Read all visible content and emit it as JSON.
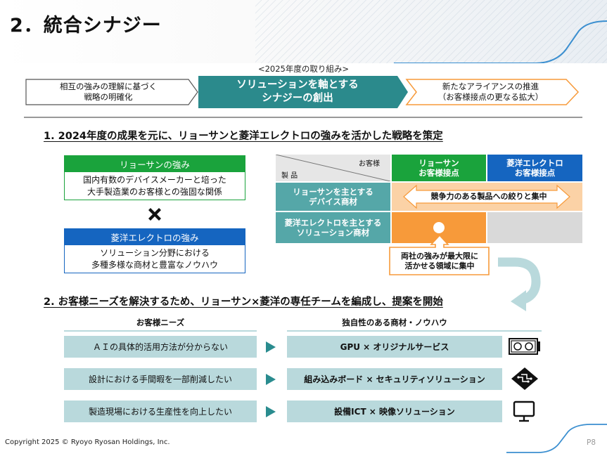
{
  "header": {
    "title": "2．統合シナジー"
  },
  "timeline": {
    "caption": "<2025年度の取り組み>",
    "step1": "相互の強みの理解に基づく\n戦略の明確化",
    "step2": "ソリューションを軸とする\nシナジーの創出",
    "step3": "新たなアライアンスの推進\n（お客様接点の更なる拡大）"
  },
  "section1": {
    "heading": "1. 2024年度の成果を元に、リョーサンと菱洋エレクトロの強みを活かした戦略を策定",
    "ryosan": {
      "title": "リョーサンの強み",
      "body": "国内有数のデバイスメーカーと培った\n大手製造業のお客様との強固な関係"
    },
    "ryoyo": {
      "title": "菱洋エレクトロの強み",
      "body": "ソリューション分野における\n多種多様な商材と豊富なノウハウ"
    },
    "matrix": {
      "corner_customer": "お客様",
      "corner_product": "製 品",
      "col1": "リョーサン\nお客様接点",
      "col2": "菱洋エレクトロ\nお客様接点",
      "row1": "リョーサンを主とする\nデバイス商材",
      "row2": "菱洋エレクトロを主とする\nソリューション商材",
      "focus_label": "競争力のある製品への絞りと集中",
      "callout": "両社の強みが最大限に\n活かせる領域に集中"
    },
    "colors": {
      "green": "#1aa33c",
      "blue": "#1565c0",
      "teal": "#55a7a8",
      "orange": "#f79a3a",
      "peach": "#fbd2a6",
      "gray": "#d9d9d9"
    }
  },
  "section2": {
    "heading": "2. お客様ニーズを解決するため、リョーサン×菱洋の専任チームを編成し、提案を開始",
    "needs_header": "お客様ニーズ",
    "solutions_header": "独自性のある商材・ノウハウ",
    "rows": [
      {
        "need": "ＡＩの具体的活用方法が分からない",
        "solution": "GPU × オリジナルサービス",
        "icon": "gpu-card-icon"
      },
      {
        "need": "設計における手間暇を一部削減したい",
        "solution": "組み込みボード × セキュリティソリューション",
        "icon": "embedded-board-icon"
      },
      {
        "need": "製造現場における生産性を向上したい",
        "solution": "設備ICT × 映像ソリューション",
        "icon": "monitor-icon"
      }
    ]
  },
  "footer": {
    "copyright": "Copyright 2025 © Ryoyo Ryosan Holdings, Inc.",
    "page": "P8"
  }
}
